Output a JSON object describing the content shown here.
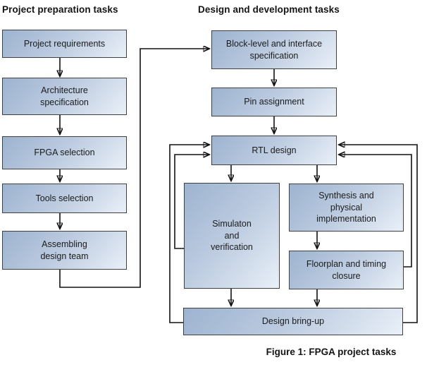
{
  "figure": {
    "left_section_title": "Project preparation tasks",
    "right_section_title": "Design and development tasks",
    "caption": "Figure 1: FPGA project tasks"
  },
  "nodes": {
    "project_requirements": {
      "label": "Project requirements"
    },
    "architecture_specification": {
      "label": "Architecture\nspecification"
    },
    "fpga_selection": {
      "label": "FPGA selection"
    },
    "tools_selection": {
      "label": "Tools selection"
    },
    "assembling_design_team": {
      "label": "Assembling\ndesign team"
    },
    "block_level_interface_spec": {
      "label": "Block-level and interface\nspecification"
    },
    "pin_assignment": {
      "label": "Pin assignment"
    },
    "rtl_design": {
      "label": "RTL design"
    },
    "simulation_verification": {
      "label": "Simulaton\nand\nverification"
    },
    "synthesis_physical_implementation": {
      "label": "Synthesis and\nphysical\nimplementation"
    },
    "floorplan_timing_closure": {
      "label": "Floorplan and timing\nclosure"
    },
    "design_bring_up": {
      "label": "Design bring-up"
    }
  },
  "edges": [
    {
      "from": "project_requirements",
      "to": "architecture_specification"
    },
    {
      "from": "architecture_specification",
      "to": "fpga_selection"
    },
    {
      "from": "fpga_selection",
      "to": "tools_selection"
    },
    {
      "from": "tools_selection",
      "to": "assembling_design_team"
    },
    {
      "from": "assembling_design_team",
      "to": "block_level_interface_spec"
    },
    {
      "from": "block_level_interface_spec",
      "to": "pin_assignment"
    },
    {
      "from": "pin_assignment",
      "to": "rtl_design"
    },
    {
      "from": "rtl_design",
      "to": "simulation_verification"
    },
    {
      "from": "rtl_design",
      "to": "synthesis_physical_implementation"
    },
    {
      "from": "synthesis_physical_implementation",
      "to": "floorplan_timing_closure"
    },
    {
      "from": "simulation_verification",
      "to": "design_bring_up"
    },
    {
      "from": "floorplan_timing_closure",
      "to": "design_bring_up"
    },
    {
      "from": "simulation_verification",
      "to": "rtl_design",
      "type": "feedback-left-inner"
    },
    {
      "from": "design_bring_up",
      "to": "rtl_design",
      "type": "feedback-left-outer"
    },
    {
      "from": "floorplan_timing_closure",
      "to": "rtl_design",
      "type": "feedback-right-inner"
    },
    {
      "from": "design_bring_up",
      "to": "rtl_design",
      "type": "feedback-right-outer"
    }
  ],
  "colors": {
    "background": "#ffffff",
    "node_fill_dark": "#9db3d0",
    "node_fill_light": "#e9f0f8",
    "node_border": "#3f3f3f",
    "connector": "#111111",
    "text": "#1c1c1c"
  }
}
